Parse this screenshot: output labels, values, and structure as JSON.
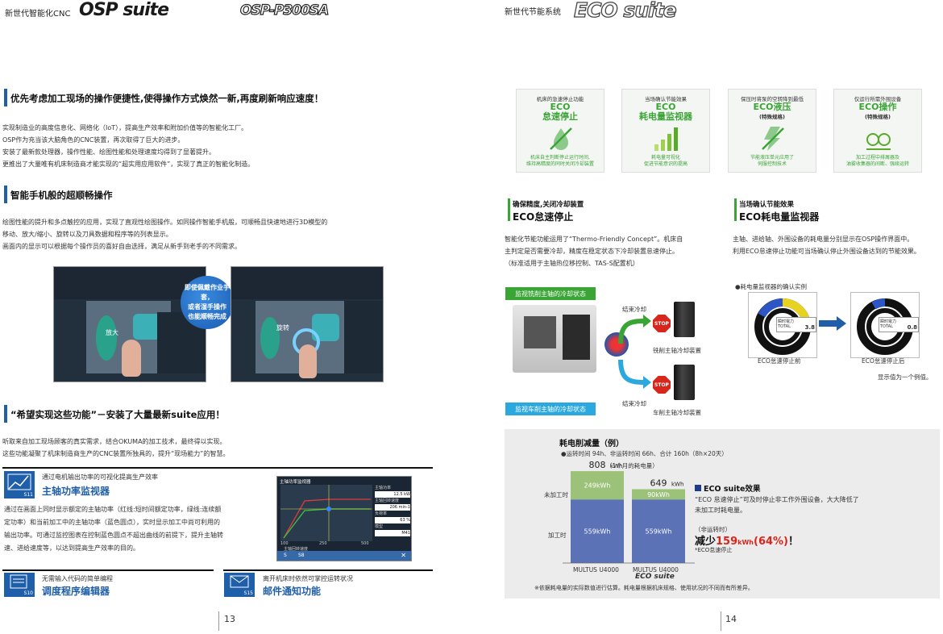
{
  "left_header": {
    "label": "新世代智能化CNC",
    "logo": "OSP suite",
    "model": "OSP-P300SA"
  },
  "right_header": {
    "label": "新世代节能系统",
    "logo": "ECO suite"
  },
  "section1": {
    "title": "优先考虑加工现场的操作便捷性,使得操作方式焕然一新,再度刷新响应速度！",
    "lines": [
      "实现制造业的高度信息化、网络化（IoT），提高生产效率和附加价值等的智能化工厂。",
      "OSP作为充当该大脑角色的CNC装置，再次取得了巨大的进步。",
      "安装了最新款处理器，操作性能、绘图性能和处理速度均得到了显著提升。",
      "更推出了大量唯有机床制造商才能实现的“超实用应用软件”，实现了真正的智能化制造。"
    ]
  },
  "section2": {
    "title": "智能手机般的超顺畅操作",
    "lines": [
      "绘图性能的提升和多点触控的应用，实现了直观性绘图操作。如同操作智能手机般，可顺畅且快速地进行3D模型的",
      "移动、放大/缩小、旋转以及刀具数据和程序等的列表显示。",
      "画面内的显示可以根据每个操作员的喜好自由选择，满足从新手到老手的不同需求。"
    ],
    "bubble": [
      "即使佩戴作业手套，",
      "或者湿手操作",
      "也能顺畅完成"
    ],
    "zoom_label": "放大",
    "rotate_label": "旋转"
  },
  "section3": {
    "title": "“希望实现这些功能”－安装了大量最新suite应用！",
    "lines": [
      "听取来自加工现场顾客的真实需求，结合OKUMA的加工技术，最终得以实现。",
      "这些功能凝聚了机床制造商生产的CNC装置所独具的，提升“现场能力”的智慧。"
    ]
  },
  "func_spindle": {
    "icon_code": "S11",
    "sub": "通过电机输出功率的可视化提高生产效率",
    "name": "主轴功率监视器",
    "lines": [
      "通过在画面上同时显示额定的主轴功率（红线:短时间额定功率，绿线:连续额",
      "定功率）和当前加工中的主轴功率（蓝色圆点），实时显示加工中尚可利用的",
      "输出功率。可通过监控图表在控制蓝色圆点不超出曲线的前提下，提升主轴转",
      "速、进给速度等，以达到提高生产效率的目的。"
    ],
    "screen": {
      "title": "主轴功率监视器",
      "r1_label": "主轴功率",
      "r1_val": "12.5",
      "r1_unit": "kW",
      "r2_label": "主轴回转速度",
      "r2_val": "206",
      "r2_unit": "min-1",
      "r3_label": "负荷率",
      "r3_val": "63",
      "r3_unit": "%",
      "r4_label": "模型",
      "r4_val": "M41",
      "x0": "100",
      "x1": "250",
      "x2": "500",
      "xaxis": "主轴回转速度",
      "tab1": "S",
      "tab2": "S8"
    }
  },
  "func_editor": {
    "icon_code": "S10",
    "sub": "无需输入代码的简单编程",
    "name": "调度程序编辑器"
  },
  "func_mail": {
    "icon_code": "S15",
    "sub": "离开机床时依然可掌控运转状况",
    "name": "邮件通知功能"
  },
  "page_left": "13",
  "page_right": "14",
  "eco_cards": [
    {
      "t1": "机床的急速停止功能",
      "t2": [
        "ECO",
        "怠速停止"
      ],
      "t3": [
        "机床自主判断停止运行时间,",
        "维持高精度的同时关闭冷却装置"
      ]
    },
    {
      "t1": "当场确认节能效果",
      "t2": [
        "ECO",
        "耗电量监视器"
      ],
      "t3": [
        "耗电量可视化",
        "促进节能意识的提高"
      ]
    },
    {
      "t1": "保压时将泵的空转降到最低",
      "t2": [
        "ECO液压",
        "(特殊规格)"
      ],
      "t3": [
        "节能液压单元应用了",
        "伺服控制技术"
      ]
    },
    {
      "t1": "仅运行所需外围设备",
      "t2": [
        "ECO操作",
        "(特殊规格)"
      ],
      "t3": [
        "加工过程中排屑器及",
        "油雾收集器的间断、强续运转"
      ]
    }
  ],
  "eco_idle": {
    "label": "确保精度,关闭冷却装置",
    "title": "ECO怠速停止",
    "lines": [
      "智能化节能功能运用了“Thermo-Friendly Concept”。机床自",
      "主判定是否需要冷却，精度在稳定状态下冷却装置怠速停止。",
      "（标准适用于主轴热位移控制、TAS-S配置机）"
    ],
    "tag_top": "监视铣削主轴的冷却状态",
    "tag_bottom": "监视车削主轴的冷却状态",
    "end_cool": "结束冷却",
    "end_cool2": "结束冷却",
    "stop": "STOP",
    "mill_unit": "铣削主轴冷却装置",
    "turn_unit": "车削主轴冷却装置"
  },
  "eco_power": {
    "label": "当场确认节能效果",
    "title": "ECO耗电量监视器",
    "lines": [
      "主轴、进给轴、外围设备的耗电量分别显示在OSP操作界面中。",
      "利用ECO怠速停止功能可当场确认停止外围设备达到的节能效果。"
    ],
    "example": "●耗电量监视器的确认实例",
    "gauge_title": "瞬时電力",
    "total": "TOTAL",
    "before_val": "3.8",
    "after_val": "0.8",
    "before": "ECO怠速停止前",
    "after": "ECO怠速停止后",
    "note": "显示值为一个例值。"
  },
  "reduction": {
    "title": "耗电削减量（例）",
    "cond": "●运转时间  94h、非运转时间  66h、合计  160h（8h×20天）",
    "month": "（1个月的耗电量）",
    "row_top": "未加工时",
    "row_bottom": "加工时",
    "effect_title": "ECO suite效果",
    "effect_lines": [
      "“ECO 怠速停止”可及时停止非工作外围设备，大大降低了",
      "未加工时耗电量。"
    ],
    "case": "（非运转时）",
    "reduce_prefix": "减少",
    "reduce_num": "159",
    "reduce_unit": "kWh",
    "reduce_pct": "(64%)",
    "reduce_end": "！",
    "footnote": "*ECO怠速停止",
    "disclaimer": "※依据耗电量的实际数值进行估算。耗电量根据机床规格、使用状况的不同而有所差异。",
    "bar_labels": [
      "MULTUS U4000",
      "MULTUS U4000"
    ],
    "bar_sub": "ECO suite"
  },
  "chart_data": {
    "type": "bar",
    "categories": [
      "MULTUS U4000",
      "MULTUS U4000 ECO suite"
    ],
    "series": [
      {
        "name": "加工时",
        "values": [
          559,
          559
        ]
      },
      {
        "name": "未加工时",
        "values": [
          249,
          90
        ]
      }
    ],
    "totals": [
      808,
      649
    ],
    "unit": "kWh",
    "ylim": [
      0,
      850
    ],
    "colors": {
      "加工时": "#5b72b6",
      "未加工时": "#9cc27a"
    }
  }
}
